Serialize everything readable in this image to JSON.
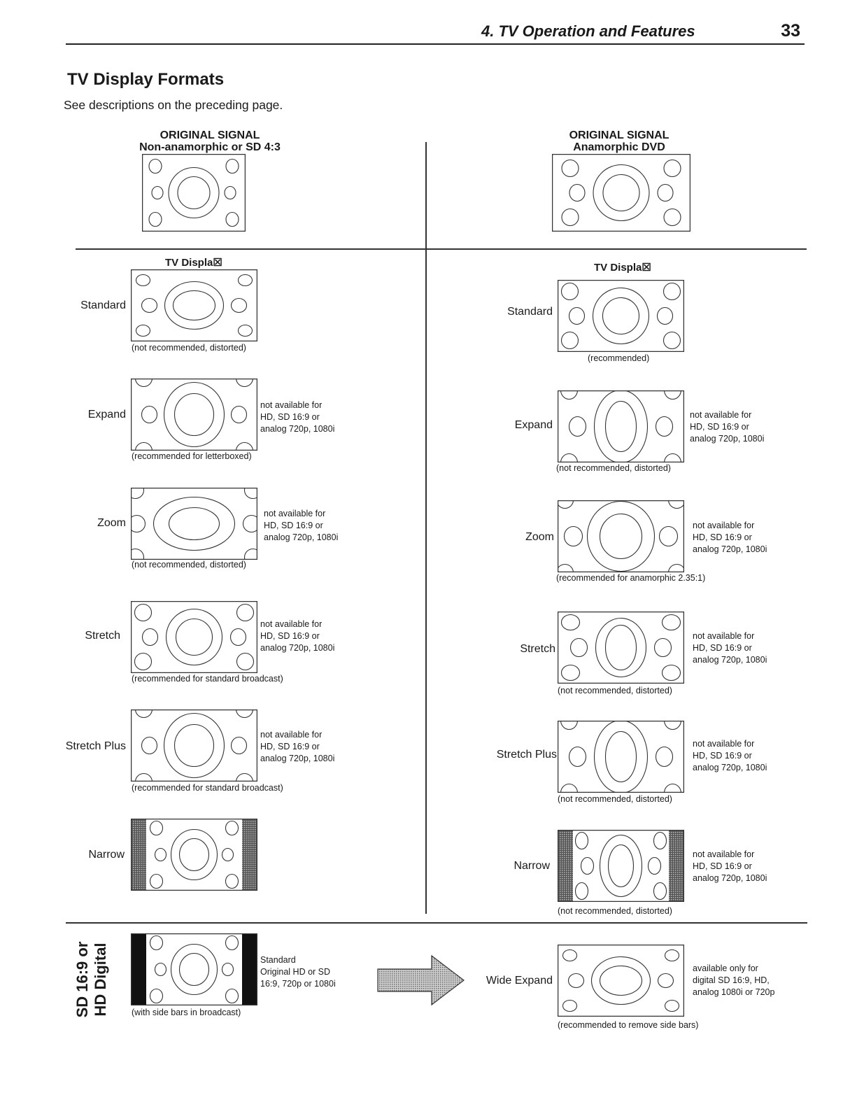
{
  "header": {
    "chapter": "4. TV Operation and Features",
    "page_number": "33"
  },
  "title": "TV Display Formats",
  "subtitle": "See descriptions on the preceding page.",
  "left_column": {
    "signal_heading": "ORIGINAL SIGNAL",
    "signal_type": "Non-anamorphic or SD 4:3",
    "tv_display_heading": "TV Displa☒",
    "modes": [
      {
        "label": "Standard",
        "caption": "(not recommended, distorted)",
        "note": []
      },
      {
        "label": "Expand",
        "caption": "(recommended for letterboxed)",
        "note": [
          "not available for",
          "HD, SD 16:9  or",
          "analog 720p, 1080i"
        ]
      },
      {
        "label": "Zoom",
        "caption": "(not recommended, distorted)",
        "note": [
          "not available for",
          "HD, SD 16:9 or",
          "analog 720p, 1080i"
        ]
      },
      {
        "label": "Stretch",
        "caption": "(recommended for standard broadcast)",
        "note": [
          "not available for",
          "HD, SD 16:9 or",
          "analog 720p, 1080i"
        ]
      },
      {
        "label": "Stretch Plus",
        "caption": "(recommended for standard broadcast)",
        "note": [
          "not available for",
          "HD, SD 16:9 or",
          "analog 720p, 1080i"
        ]
      },
      {
        "label": "Narrow",
        "caption": "",
        "note": []
      }
    ]
  },
  "right_column": {
    "signal_heading": "ORIGINAL SIGNAL",
    "signal_type": "Anamorphic DVD",
    "tv_display_heading": "TV Displa☒",
    "modes": [
      {
        "label": "Standard",
        "caption": "(recommended)",
        "note": []
      },
      {
        "label": "Expand",
        "caption": "(not recommended, distorted)",
        "note": [
          "not available for",
          "HD, SD 16:9 or",
          "analog 720p, 1080i"
        ]
      },
      {
        "label": "Zoom",
        "caption": "(recommended for anamorphic 2.35:1)",
        "note": [
          "not available for",
          "HD, SD 16:9 or",
          "analog 720p, 1080i"
        ]
      },
      {
        "label": "Stretch",
        "caption": "(not recommended, distorted)",
        "note": [
          "not available for",
          "HD, SD 16:9 or",
          "analog 720p, 1080i"
        ]
      },
      {
        "label": "Stretch Plus",
        "caption": "(not recommended, distorted)",
        "note": [
          "not available for",
          "HD, SD 16:9 or",
          "analog 720p, 1080i"
        ]
      },
      {
        "label": "Narrow",
        "caption": "(not recommended, distorted)",
        "note": [
          "not available for",
          "HD, SD 16:9 or",
          "analog 720p, 1080i"
        ]
      }
    ]
  },
  "bottom": {
    "side_label_line1": "SD 16:9 or",
    "side_label_line2": "HD Digital",
    "source_caption": "(with side bars in broadcast)",
    "source_note": [
      "Standard",
      "Original HD or SD",
      "16:9, 720p or 1080i"
    ],
    "result_label": "Wide Expand",
    "result_caption": "(recommended to remove side bars)",
    "result_note": [
      "available only for",
      "digital SD 16:9, HD,",
      "analog 1080i or 720p"
    ]
  },
  "colors": {
    "ink": "#1a1a1a",
    "frame_stroke": "#333333",
    "side_bar": "#111111",
    "arrow_fill": "#9a9a9a"
  },
  "icons": {
    "arrow": "right-arrow-icon"
  }
}
